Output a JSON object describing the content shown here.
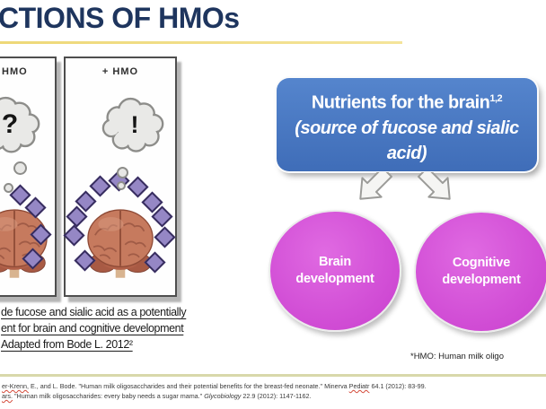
{
  "title": {
    "text": "CTIONS OF HMOs"
  },
  "panels": {
    "left": {
      "label": "HMO",
      "bubble": "?"
    },
    "right": {
      "label": "+ HMO",
      "bubble": "!"
    }
  },
  "caption": {
    "line1": "de fucose and sialic acid as a potentially",
    "line2": "ent for brain and cognitive development",
    "line3": "Adapted from Bode L. 2012²"
  },
  "nutrients_box": {
    "heading": "Nutrients for the brain",
    "heading_sup": "1,2",
    "subheading": "(source of fucose and sialic acid)"
  },
  "outcome_circles": {
    "left": "Brain development",
    "right": "Cognitive development"
  },
  "footnote": "*HMO: Human milk oligo",
  "references": {
    "l1_start": "er-Krenn,",
    "l1_mid": " E., and L. Bode. \"Human milk oligosaccharides and their potential benefits for the breast-fed neonate.\" Minerva ",
    "l1_journal": "Pediatr",
    "l1_end": " 64.1 (2012): 83-99.",
    "l2_start": "ars.",
    "l2_mid": " \"Human milk oligosaccharides: every baby needs a sugar mama.\" ",
    "l2_journal": "Glycobiology",
    "l2_end": " 22.9 (2012): 1147-1162."
  },
  "colors": {
    "title_navy": "#1e355e",
    "title_underline_gold": "#eed878",
    "box_blue": "#4575c0",
    "circle_magenta": "#d24fd6",
    "diamond_purple": "#9587c5",
    "divider_khaki": "#d8d8aa"
  }
}
